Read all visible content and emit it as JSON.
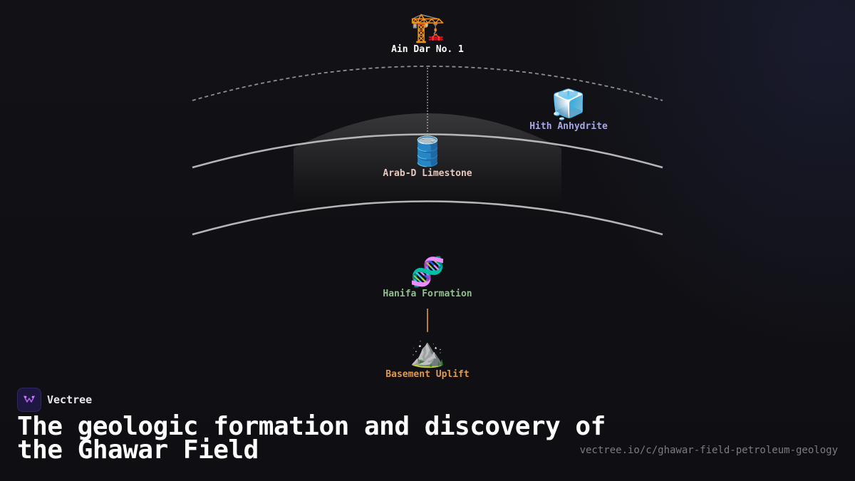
{
  "nodes": [
    {
      "id": "ain-dar",
      "emoji": "🏗️",
      "label": "Ain Dar No. 1",
      "color": "#ffffff"
    },
    {
      "id": "hith",
      "emoji": "🧊",
      "label": "Hith Anhydrite",
      "color": "#a7a7e6"
    },
    {
      "id": "arab-d",
      "emoji": "🛢️",
      "label": "Arab-D Limestone",
      "color": "#e6c8bf"
    },
    {
      "id": "hanifa",
      "emoji": "🧬",
      "label": "Hanifa Formation",
      "color": "#8fbf8c"
    },
    {
      "id": "basement",
      "emoji": "⛰️",
      "label": "Basement Uplift",
      "color": "#e0994f"
    }
  ],
  "brand": {
    "name": "Vectree",
    "logo_icon": "vectree-logo-icon",
    "logo_color": "#b45cf0"
  },
  "title": "The geologic formation and discovery of the Ghawar Field",
  "url": "vectree.io/c/ghawar-field-petroleum-geology",
  "colors": {
    "background": "#111115",
    "curve": "#b5b5b8",
    "dashed_curve": "#8e8e92",
    "connector_orange": "#e0994f"
  }
}
